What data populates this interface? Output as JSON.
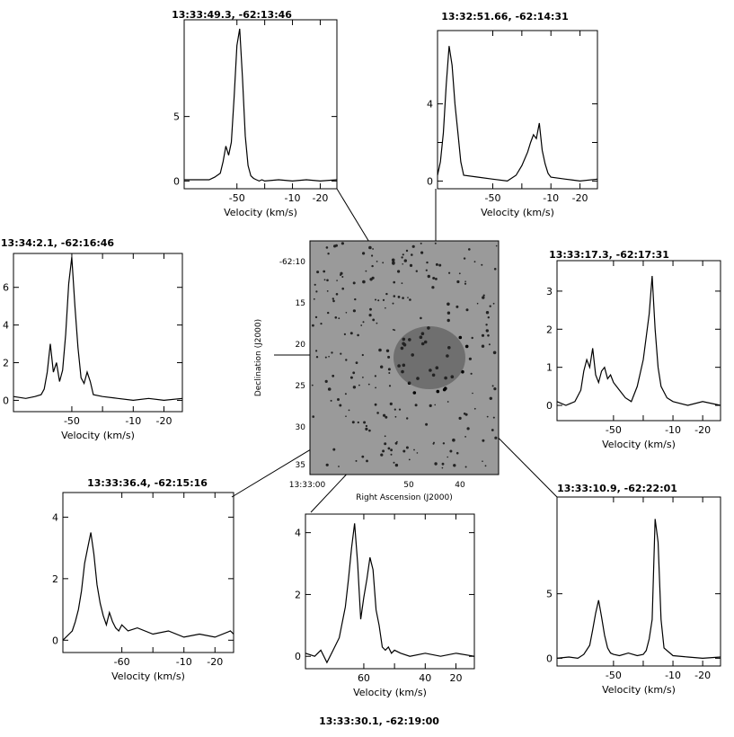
{
  "image_panel": {
    "xlabel": "Right Ascension (J2000)",
    "ylabel": "Declination (J2000)",
    "x_ticks": [
      "13:33:00",
      "50",
      "40"
    ],
    "y_ticks": [
      "-62:10",
      "15",
      "20",
      "25",
      "30",
      "35"
    ]
  },
  "chart_data": [
    {
      "type": "line",
      "title": "13:33:49.3, -62:13:46",
      "xlabel": "Velocity (km/s)",
      "ylabel": "",
      "xlim": [
        -69,
        -14
      ],
      "ylim": [
        -0.6,
        12.5
      ],
      "x_ticks": [
        -50,
        -40,
        -30,
        -20
      ],
      "x_tick_labels": [
        "-50",
        "",
        "-10",
        "-20"
      ],
      "y_ticks": [
        0,
        5
      ],
      "y_tick_labels": [
        "0",
        "5"
      ],
      "series": [
        {
          "x": [
            -69,
            -60,
            -58,
            -56,
            -55,
            -54,
            -53,
            -52,
            -51,
            -50,
            -49,
            -48,
            -47,
            -46,
            -45,
            -44,
            -43,
            -42,
            -41,
            -40,
            -35,
            -30,
            -25,
            -20,
            -14
          ],
          "values": [
            0.1,
            0.1,
            0.3,
            0.6,
            1.5,
            2.7,
            2.0,
            3.0,
            6.5,
            10.5,
            11.8,
            8.0,
            3.5,
            1.2,
            0.4,
            0.2,
            0.1,
            0.0,
            0.1,
            0.0,
            0.1,
            0.0,
            0.1,
            0.0,
            0.1
          ]
        }
      ]
    },
    {
      "type": "line",
      "title": "13:32:51.66, -62:14:31",
      "xlabel": "Velocity (km/s)",
      "ylabel": "",
      "xlim": [
        -69,
        -14
      ],
      "ylim": [
        -0.4,
        7.8
      ],
      "x_ticks": [
        -50,
        -40,
        -30,
        -20
      ],
      "x_tick_labels": [
        "-50",
        "",
        "-10",
        "-20"
      ],
      "y_ticks": [
        0,
        2,
        4
      ],
      "y_tick_labels": [
        "0",
        "",
        "4"
      ],
      "series": [
        {
          "x": [
            -69,
            -68,
            -67,
            -66,
            -65,
            -64,
            -63,
            -62,
            -61,
            -60,
            -55,
            -50,
            -45,
            -42,
            -40,
            -38,
            -37,
            -36,
            -35,
            -34,
            -33,
            -32,
            -31,
            -30,
            -25,
            -20,
            -14
          ],
          "values": [
            0.3,
            1.0,
            2.5,
            5.0,
            7.0,
            6.0,
            4.0,
            2.5,
            1.0,
            0.3,
            0.2,
            0.1,
            0.0,
            0.3,
            0.8,
            1.5,
            2.0,
            2.4,
            2.2,
            3.0,
            1.6,
            0.9,
            0.4,
            0.2,
            0.1,
            0.0,
            0.1
          ]
        }
      ]
    },
    {
      "type": "line",
      "title": "13:34:2.1, -62:16:46",
      "xlabel": "Velocity (km/s)",
      "ylabel": "",
      "xlim": [
        -69,
        -14
      ],
      "ylim": [
        -0.6,
        7.8
      ],
      "x_ticks": [
        -50,
        -40,
        -30,
        -20
      ],
      "x_tick_labels": [
        "-50",
        "",
        "-10",
        "-20"
      ],
      "y_ticks": [
        0,
        2,
        4,
        6
      ],
      "y_tick_labels": [
        "0",
        "2",
        "4",
        "6"
      ],
      "series": [
        {
          "x": [
            -69,
            -65,
            -62,
            -60,
            -59,
            -58,
            -57,
            -56,
            -55,
            -54,
            -53,
            -52,
            -51,
            -50,
            -49,
            -48,
            -47,
            -46,
            -45,
            -44,
            -43,
            -40,
            -35,
            -30,
            -25,
            -20,
            -14
          ],
          "values": [
            0.2,
            0.1,
            0.2,
            0.3,
            0.6,
            1.5,
            3.0,
            1.5,
            2.0,
            1.0,
            1.6,
            3.5,
            6.2,
            7.6,
            5.0,
            2.8,
            1.2,
            0.9,
            1.5,
            1.0,
            0.3,
            0.2,
            0.1,
            0.0,
            0.1,
            0.0,
            0.1
          ]
        }
      ]
    },
    {
      "type": "line",
      "title": "13:33:17.3, -62:17:31",
      "xlabel": "Velocity (km/s)",
      "ylabel": "",
      "xlim": [
        -69,
        -14
      ],
      "ylim": [
        -0.4,
        3.8
      ],
      "x_ticks": [
        -50,
        -40,
        -30,
        -20
      ],
      "x_tick_labels": [
        "-50",
        "",
        "-10",
        "-20"
      ],
      "y_ticks": [
        0,
        1,
        2,
        3
      ],
      "y_tick_labels": [
        "0",
        "1",
        "2",
        "3"
      ],
      "series": [
        {
          "x": [
            -69,
            -66,
            -63,
            -61,
            -60,
            -59,
            -58,
            -57,
            -56,
            -55,
            -54,
            -53,
            -52,
            -51,
            -50,
            -48,
            -46,
            -44,
            -42,
            -40,
            -39,
            -38,
            -37,
            -36,
            -35,
            -34,
            -32,
            -30,
            -25,
            -20,
            -14
          ],
          "values": [
            0.1,
            0.0,
            0.1,
            0.4,
            0.9,
            1.2,
            1.0,
            1.5,
            0.8,
            0.6,
            0.9,
            1.0,
            0.7,
            0.8,
            0.6,
            0.4,
            0.2,
            0.1,
            0.5,
            1.2,
            1.8,
            2.4,
            3.4,
            2.0,
            1.0,
            0.5,
            0.2,
            0.1,
            0.0,
            0.1,
            0.0
          ]
        }
      ]
    },
    {
      "type": "line",
      "title": "13:33:36.4, -62:15:16",
      "xlabel": "Velocity (km/s)",
      "ylabel": "",
      "xlim": [
        -69,
        -14
      ],
      "ylim": [
        -0.4,
        4.8
      ],
      "x_ticks": [
        -50,
        -40,
        -30,
        -20
      ],
      "x_tick_labels": [
        "-60",
        "",
        "-10",
        "-20"
      ],
      "y_ticks": [
        0,
        2,
        4
      ],
      "y_tick_labels": [
        "0",
        "2",
        "4"
      ],
      "series": [
        {
          "x": [
            -69,
            -67,
            -66,
            -65,
            -64,
            -63,
            -62,
            -61,
            -60,
            -59,
            -58,
            -57,
            -56,
            -55,
            -54,
            -53,
            -52,
            -51,
            -50,
            -48,
            -45,
            -40,
            -35,
            -30,
            -25,
            -20,
            -15,
            -14
          ],
          "values": [
            0.0,
            0.2,
            0.3,
            0.6,
            1.0,
            1.6,
            2.5,
            3.0,
            3.5,
            2.8,
            1.8,
            1.2,
            0.8,
            0.5,
            0.9,
            0.6,
            0.4,
            0.3,
            0.5,
            0.3,
            0.4,
            0.2,
            0.3,
            0.1,
            0.2,
            0.1,
            0.3,
            0.2
          ]
        }
      ]
    },
    {
      "type": "line",
      "title": "13:33:30.1, -62:19:00",
      "xlabel": "Velocity (km/s)",
      "ylabel": "",
      "xlim": [
        -69,
        -14
      ],
      "ylim": [
        -0.4,
        4.6
      ],
      "x_ticks": [
        -50,
        -40,
        -30,
        -20
      ],
      "x_tick_labels": [
        "60",
        "",
        "40",
        "20"
      ],
      "y_ticks": [
        0,
        2,
        4
      ],
      "y_tick_labels": [
        "0",
        "2",
        "4"
      ],
      "series": [
        {
          "x": [
            -69,
            -66,
            -64,
            -62,
            -60,
            -58,
            -56,
            -55,
            -54,
            -53,
            -52,
            -51,
            -50,
            -49,
            -48,
            -47,
            -46,
            -45,
            -44,
            -43,
            -42,
            -41,
            -40,
            -38,
            -35,
            -30,
            -25,
            -20,
            -14
          ],
          "values": [
            0.1,
            0.0,
            0.2,
            -0.2,
            0.2,
            0.6,
            1.6,
            2.5,
            3.5,
            4.3,
            3.0,
            1.2,
            1.9,
            2.5,
            3.2,
            2.8,
            1.5,
            1.0,
            0.3,
            0.2,
            0.3,
            0.1,
            0.2,
            0.1,
            0.0,
            0.1,
            0.0,
            0.1,
            0.0
          ]
        }
      ]
    },
    {
      "type": "line",
      "title": "13:33:10.9, -62:22:01",
      "xlabel": "Velocity (km/s)",
      "ylabel": "",
      "xlim": [
        -69,
        -14
      ],
      "ylim": [
        -0.6,
        12.5
      ],
      "x_ticks": [
        -50,
        -40,
        -30,
        -20
      ],
      "x_tick_labels": [
        "-50",
        "",
        "-10",
        "-20"
      ],
      "y_ticks": [
        0,
        5
      ],
      "y_tick_labels": [
        "0",
        "5"
      ],
      "series": [
        {
          "x": [
            -69,
            -65,
            -62,
            -60,
            -58,
            -57,
            -56,
            -55,
            -54,
            -53,
            -52,
            -51,
            -50,
            -48,
            -45,
            -42,
            -40,
            -39,
            -38,
            -37,
            -36,
            -35,
            -34,
            -33,
            -30,
            -25,
            -20,
            -14
          ],
          "values": [
            0.0,
            0.1,
            0.0,
            0.3,
            1.0,
            2.2,
            3.5,
            4.5,
            3.2,
            1.8,
            0.8,
            0.4,
            0.3,
            0.2,
            0.4,
            0.2,
            0.3,
            0.6,
            1.5,
            3.0,
            10.8,
            9.0,
            3.0,
            0.8,
            0.2,
            0.1,
            0.0,
            0.1
          ]
        }
      ]
    }
  ]
}
